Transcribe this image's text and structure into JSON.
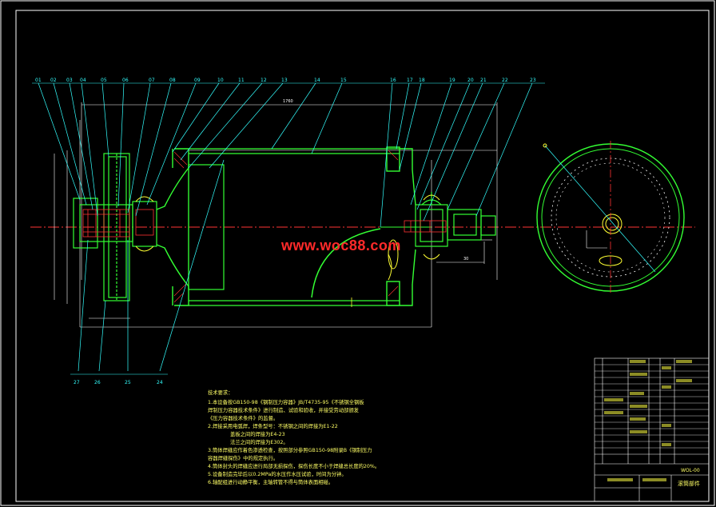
{
  "watermark": "www.woc88.com",
  "technical_requirements": {
    "heading": "技术要求：",
    "lines": [
      "1.本设备按GB150-98《钢制压力容器》JB/T4735-95《不锈钢全钢板",
      "焊制压力容器技术条件》进行制造、试验和验收，并接受劳动部颁发",
      "《压力容器技术条件》的监督。",
      "2.焊接采用电弧焊，焊条型号：不锈钢之间的焊接为E1-22",
      "              盖板之间的焊接为E4-23",
      "              法兰之间的焊接为E302。",
      "3.筒体焊缝应作着色渗透检查，按照部分参照GB150-98附录B《钢制压力",
      "容器焊缝探伤》中的规定执行。",
      "4.筒体封头的焊缝应进行局部无损探伤，探伤长度不小于焊缝总长度的20%。",
      "5.设备制造完毕后以0.2MPa的水压作水压试验，时间为分钟。",
      "6.轴配组进行动静平衡，主轴转管不得与筒体表面相碰。"
    ]
  },
  "part_numbers_top": [
    "01",
    "02",
    "03",
    "04",
    "05",
    "06",
    "07",
    "08",
    "09",
    "10",
    "11",
    "12",
    "13",
    "14",
    "15",
    "16",
    "17",
    "18",
    "19",
    "20",
    "21",
    "22",
    "23"
  ],
  "part_numbers_bottom": [
    "27",
    "26",
    "25",
    "24"
  ],
  "title_block": {
    "drawing_name": "滚筒部件",
    "drawing_code": "WOL-00"
  }
}
